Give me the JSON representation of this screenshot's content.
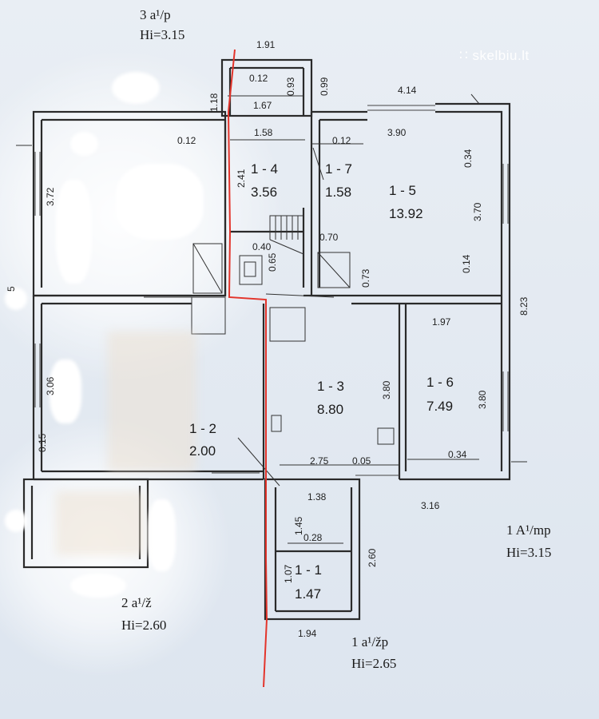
{
  "watermark": "skelbiu.lt",
  "annexes": {
    "a3": {
      "code": "3 a¹/p",
      "height": "Hi=3.15"
    },
    "a1": {
      "code": "1 A¹/mp",
      "height": "Hi=3.15"
    },
    "a2": {
      "code": "2 a¹/ž",
      "height": "Hi=2.60"
    },
    "a1zp": {
      "code": "1 a¹/žp",
      "height": "Hi=2.65"
    }
  },
  "rooms": {
    "r14": {
      "id": "1 - 4",
      "area": "3.56"
    },
    "r17": {
      "id": "1 - 7",
      "area": "1.58"
    },
    "r15": {
      "id": "1 - 5",
      "area": "13.92"
    },
    "r13": {
      "id": "1 - 3",
      "area": "8.80"
    },
    "r16": {
      "id": "1 - 6",
      "area": "7.49"
    },
    "r12": {
      "id": "1 - 2",
      "area": "2.00"
    },
    "r11": {
      "id": "1 - 1",
      "area": "1.47"
    }
  },
  "dims": {
    "d191": "1.91",
    "d012a": "0.12",
    "d093": "0.93",
    "d099": "0.99",
    "d118": "1.18",
    "d167": "1.67",
    "d414": "4.14",
    "d012b": "0.12",
    "d158": "1.58",
    "d012c": "0.12",
    "d390": "3.90",
    "d034a": "0.34",
    "d241": "2.41",
    "d370": "3.70",
    "d040": "0.40",
    "d070": "0.70",
    "d065": "0.65",
    "d073": "0.73",
    "d014": "0.14",
    "d823": "8.23",
    "d197": "1.97",
    "d380a": "3.80",
    "d380b": "3.80",
    "d015": "0.15",
    "d275": "2.75",
    "d005": "0.05",
    "d034b": "0.34",
    "d138": "1.38",
    "d316": "3.16",
    "d145": "1.45",
    "d028": "0.28",
    "d260": "2.60",
    "d107": "1.07",
    "d194": "1.94",
    "d372": "3.72",
    "d5": "5",
    "d306": "3.06"
  }
}
